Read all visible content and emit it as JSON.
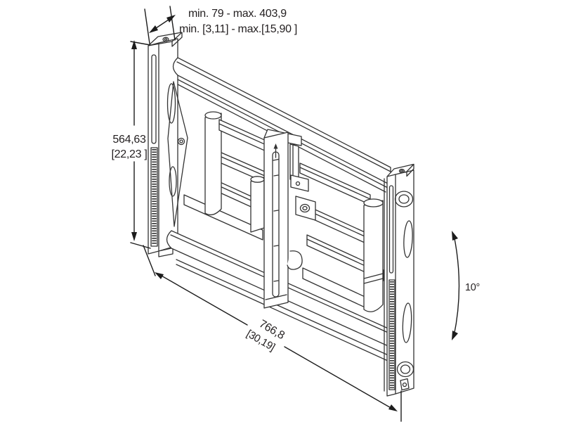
{
  "page": {
    "background": "#ffffff"
  },
  "drawing": {
    "line_color": "#333333",
    "dimension_color": "#1c1c1c",
    "annotations": {
      "depth": {
        "line1": "min. 79 - max. 403,9",
        "line2": "min. [3,11] - max.[15,90 ]"
      },
      "height": {
        "mm": "564,63",
        "inch": "[22,23 ]"
      },
      "width": {
        "mm": "766,8",
        "inch": "[30,19]"
      },
      "tilt": {
        "angle": "10°"
      }
    }
  }
}
